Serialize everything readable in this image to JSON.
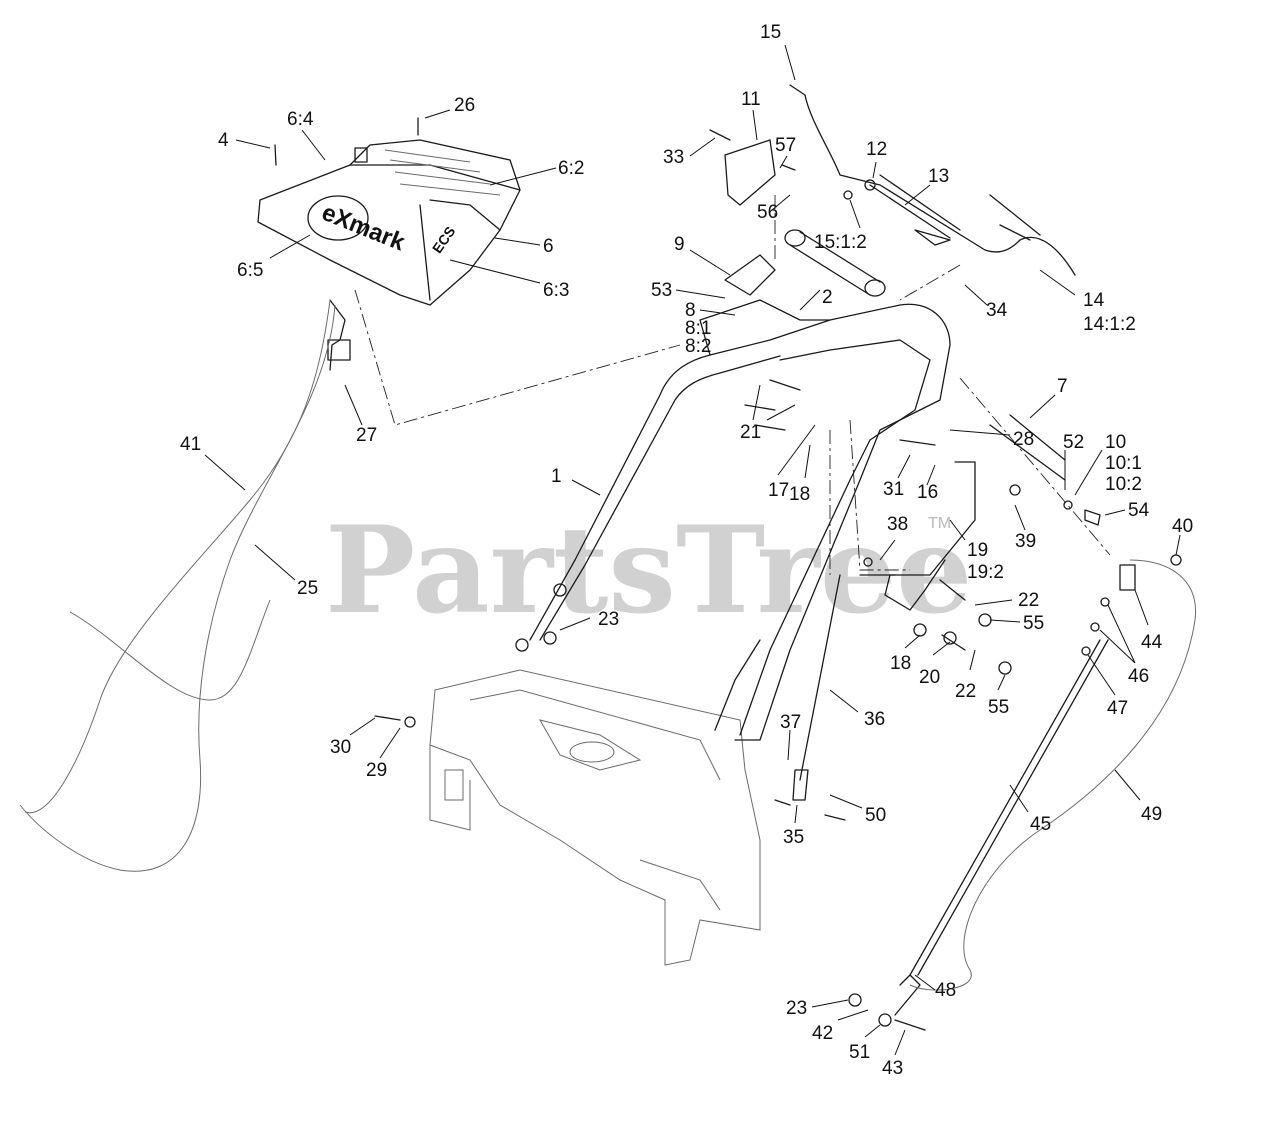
{
  "watermark": {
    "text": "PartsTree",
    "trademark": "TM"
  },
  "panel": {
    "brand_logo": "eXmark",
    "ecs_logo": "ECS"
  },
  "callouts": [
    {
      "id": "c15",
      "text": "15"
    },
    {
      "id": "c11",
      "text": "11"
    },
    {
      "id": "c26",
      "text": "26"
    },
    {
      "id": "c64",
      "text": "6:4"
    },
    {
      "id": "c4",
      "text": "4"
    },
    {
      "id": "c33",
      "text": "33"
    },
    {
      "id": "c57",
      "text": "57"
    },
    {
      "id": "c12",
      "text": "12"
    },
    {
      "id": "c13",
      "text": "13"
    },
    {
      "id": "c62",
      "text": "6:2"
    },
    {
      "id": "c56",
      "text": "56"
    },
    {
      "id": "c1512",
      "text": "15:1:2"
    },
    {
      "id": "c6",
      "text": "6"
    },
    {
      "id": "c9",
      "text": "9"
    },
    {
      "id": "c65",
      "text": "6:5"
    },
    {
      "id": "c63",
      "text": "6:3"
    },
    {
      "id": "c53",
      "text": "53"
    },
    {
      "id": "c2",
      "text": "2"
    },
    {
      "id": "c14",
      "text": "14"
    },
    {
      "id": "c1412",
      "text": "14:1:2"
    },
    {
      "id": "c34",
      "text": "34"
    },
    {
      "id": "c8",
      "text": "8"
    },
    {
      "id": "c81",
      "text": "8:1"
    },
    {
      "id": "c82",
      "text": "8:2"
    },
    {
      "id": "c7",
      "text": "7"
    },
    {
      "id": "c27",
      "text": "27"
    },
    {
      "id": "c41",
      "text": "41"
    },
    {
      "id": "c21",
      "text": "21"
    },
    {
      "id": "c28",
      "text": "28"
    },
    {
      "id": "c52",
      "text": "52"
    },
    {
      "id": "c10",
      "text": "10"
    },
    {
      "id": "c101",
      "text": "10:1"
    },
    {
      "id": "c102",
      "text": "10:2"
    },
    {
      "id": "c17",
      "text": "17"
    },
    {
      "id": "c18a",
      "text": "18"
    },
    {
      "id": "c31",
      "text": "31"
    },
    {
      "id": "c16",
      "text": "16"
    },
    {
      "id": "c1",
      "text": "1"
    },
    {
      "id": "c54",
      "text": "54"
    },
    {
      "id": "c39",
      "text": "39"
    },
    {
      "id": "c40",
      "text": "40"
    },
    {
      "id": "c38",
      "text": "38"
    },
    {
      "id": "c19",
      "text": "19"
    },
    {
      "id": "c192",
      "text": "19:2"
    },
    {
      "id": "c25",
      "text": "25"
    },
    {
      "id": "c22a",
      "text": "22"
    },
    {
      "id": "c23a",
      "text": "23"
    },
    {
      "id": "c55a",
      "text": "55"
    },
    {
      "id": "c44",
      "text": "44"
    },
    {
      "id": "c18b",
      "text": "18"
    },
    {
      "id": "c20",
      "text": "20"
    },
    {
      "id": "c22b",
      "text": "22"
    },
    {
      "id": "c46",
      "text": "46"
    },
    {
      "id": "c55b",
      "text": "55"
    },
    {
      "id": "c47",
      "text": "47"
    },
    {
      "id": "c36",
      "text": "36"
    },
    {
      "id": "c30",
      "text": "30"
    },
    {
      "id": "c37",
      "text": "37"
    },
    {
      "id": "c29",
      "text": "29"
    },
    {
      "id": "c50",
      "text": "50"
    },
    {
      "id": "c35",
      "text": "35"
    },
    {
      "id": "c45",
      "text": "45"
    },
    {
      "id": "c49",
      "text": "49"
    },
    {
      "id": "c48",
      "text": "48"
    },
    {
      "id": "c23b",
      "text": "23"
    },
    {
      "id": "c42",
      "text": "42"
    },
    {
      "id": "c51",
      "text": "51"
    },
    {
      "id": "c43",
      "text": "43"
    }
  ]
}
